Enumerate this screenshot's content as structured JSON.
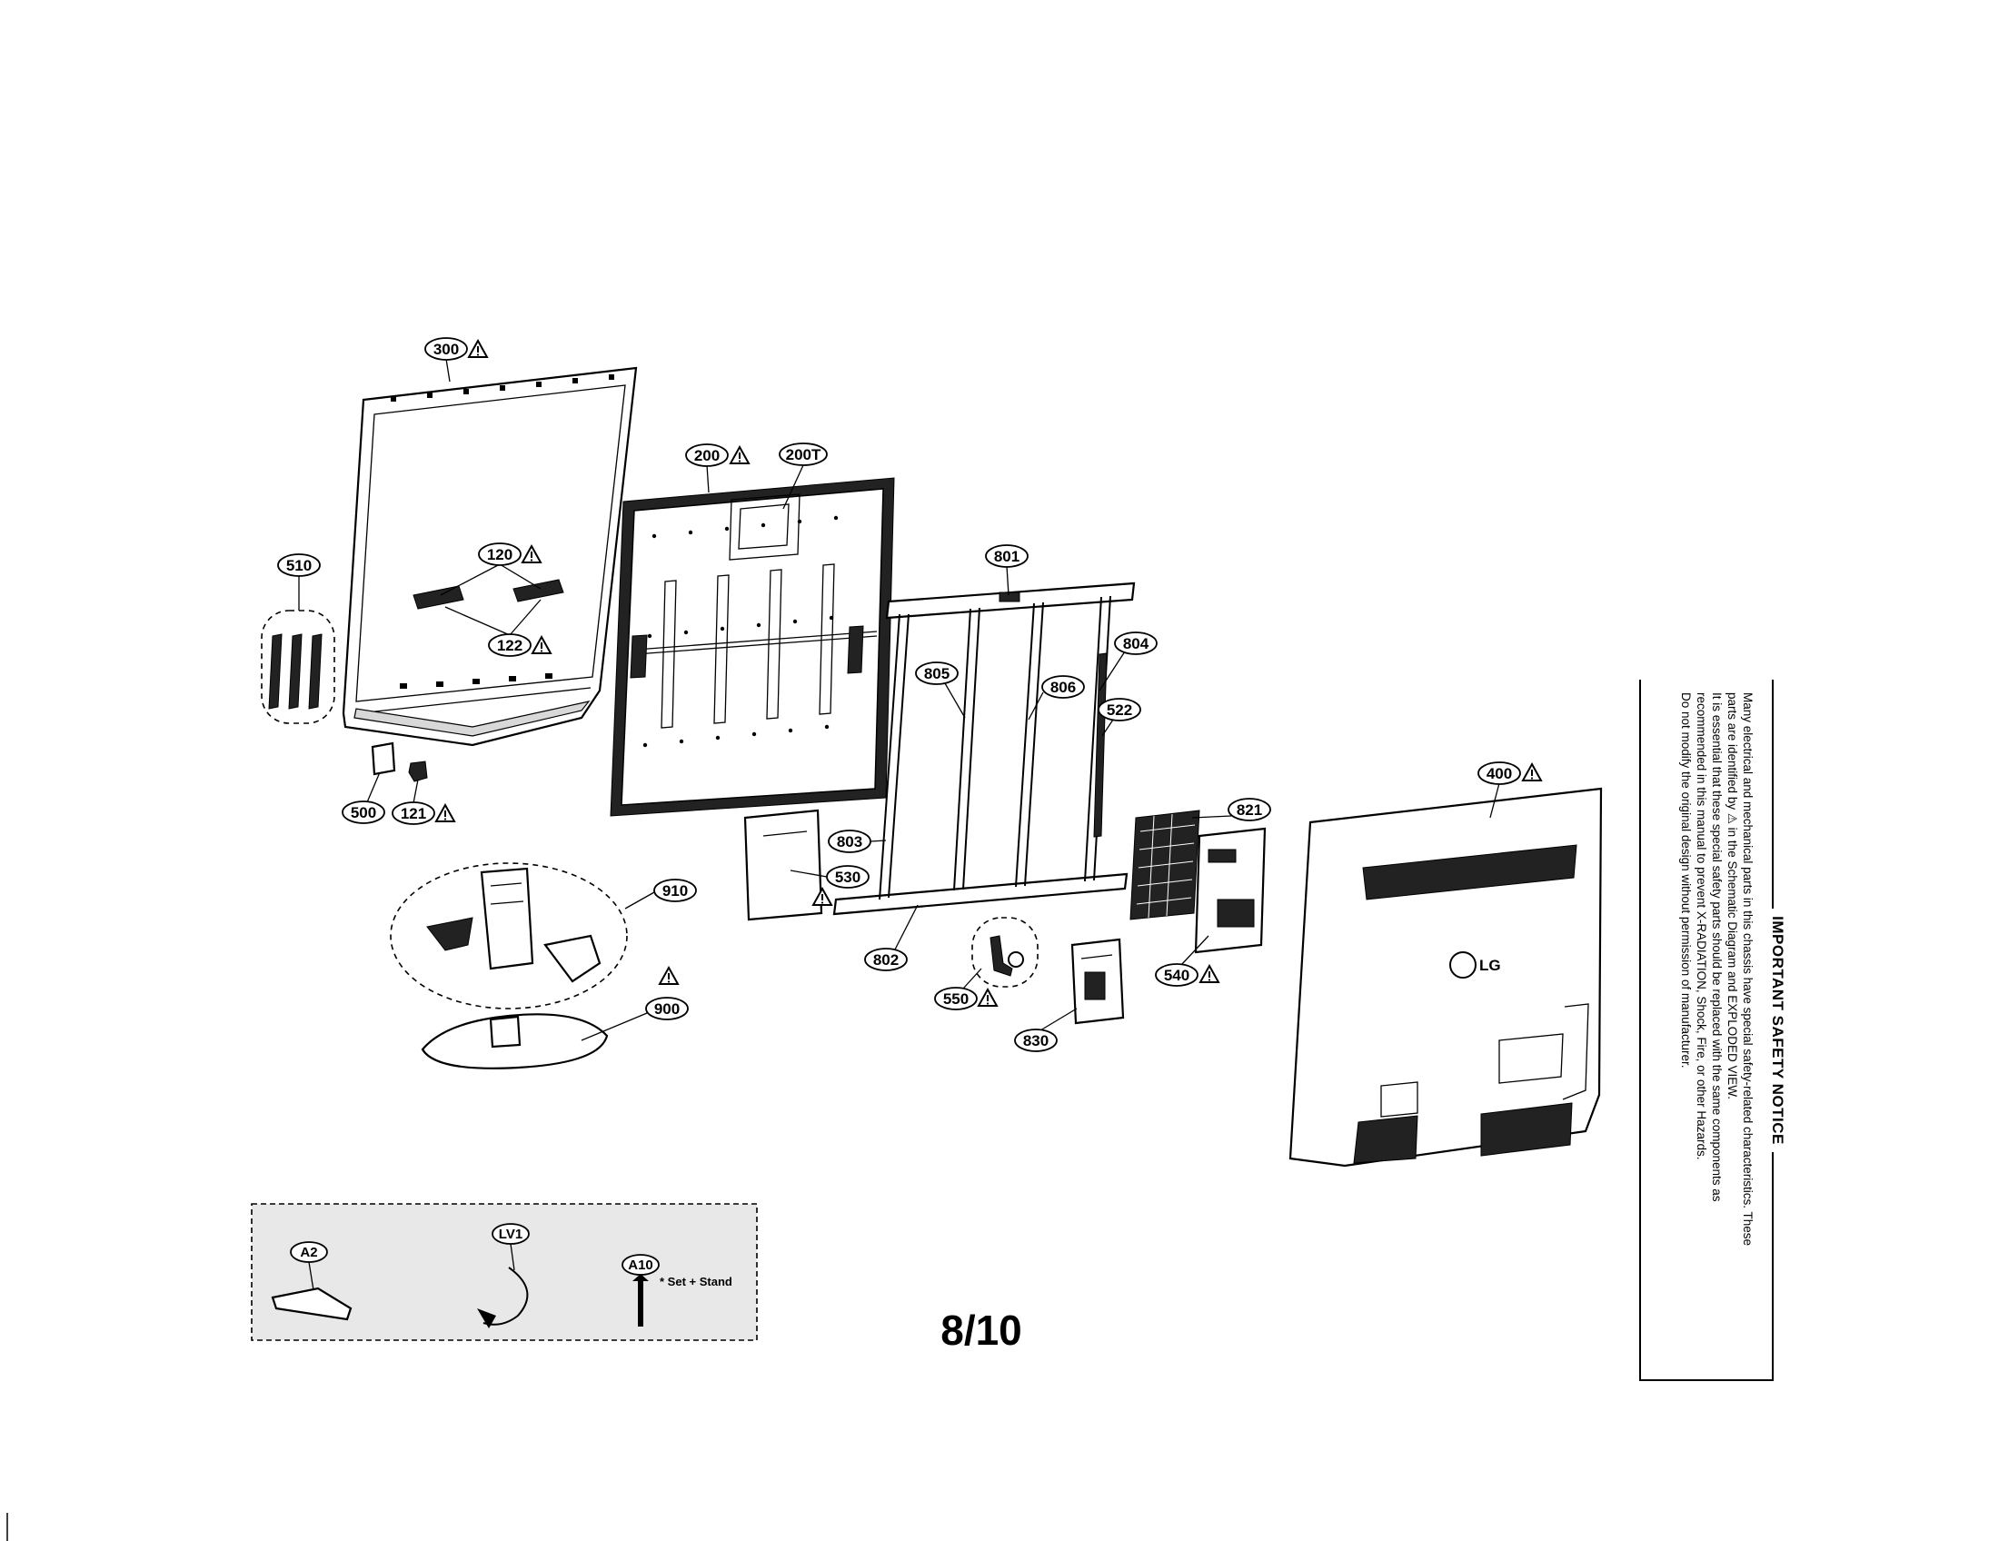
{
  "callouts": {
    "c300": "300",
    "c200": "200",
    "c200T": "200T",
    "c120": "120",
    "c122": "122",
    "c510": "510",
    "c500": "500",
    "c121": "121",
    "c801": "801",
    "c804": "804",
    "c805": "805",
    "c806": "806",
    "c522": "522",
    "c803": "803",
    "c530": "530",
    "c802": "802",
    "c821": "821",
    "c540": "540",
    "c550": "550",
    "c830": "830",
    "c400": "400",
    "c910": "910",
    "c900": "900"
  },
  "accessories": {
    "a2": "A2",
    "lv1": "LV1",
    "a10": "A10",
    "a10_note": "* Set + Stand"
  },
  "logo": "LG",
  "page_number": "8/10",
  "safety_notice": {
    "title": "IMPORTANT SAFETY NOTICE",
    "lines": [
      "Many electrical and mechanical parts in this chassis have special safety-related characteristics. These",
      "parts are identified by ⚠ in the Schematic Diagram and EXPLODED VIEW.",
      "It is essential that these special safety parts should be replaced with the same components as",
      "recommended in this manual to prevent X-RADIATION, Shock, Fire, or other Hazards.",
      "Do not modify the original design without permission of manufacturer."
    ]
  }
}
